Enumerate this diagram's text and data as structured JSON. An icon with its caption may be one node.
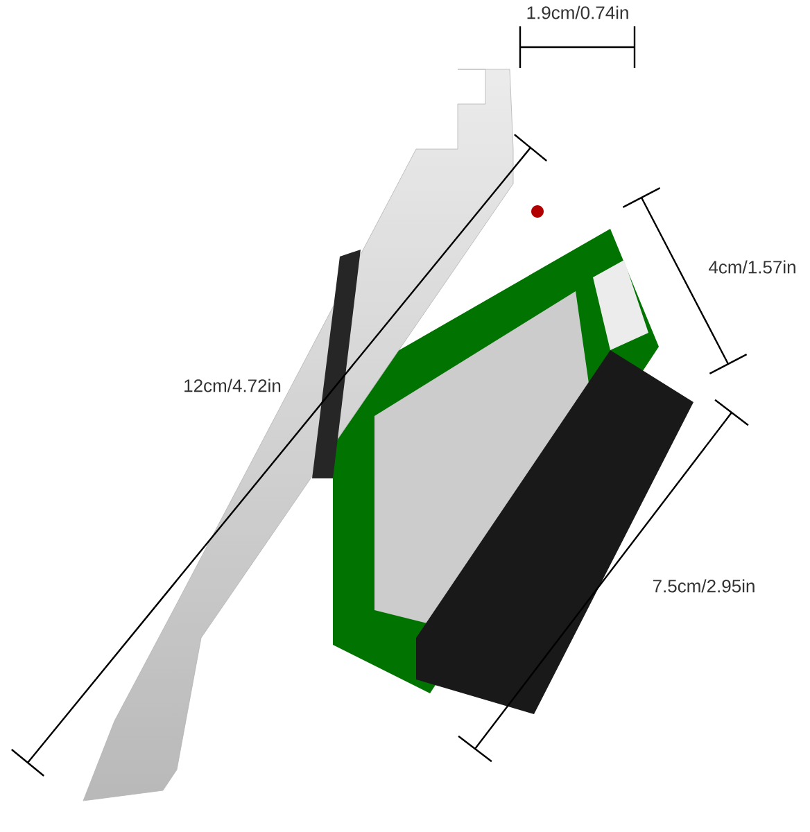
{
  "diagram": {
    "labels": [
      "1.9cm/0.74in",
      "12cm/4.72in",
      "4cm/1.57in",
      "7.5cm/2.95in"
    ]
  }
}
